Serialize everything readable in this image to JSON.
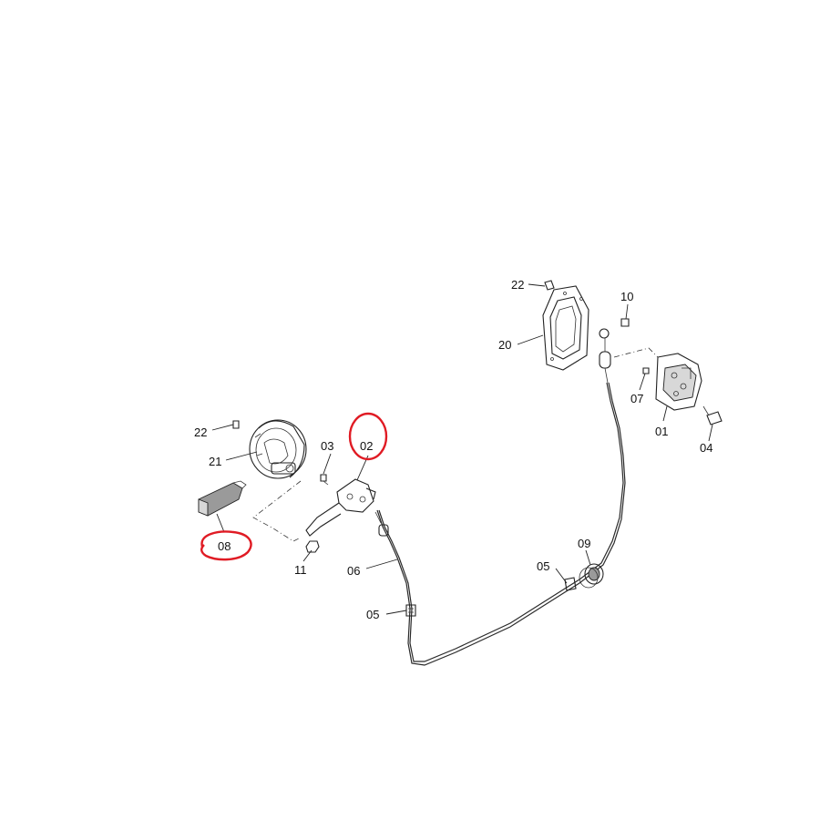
{
  "labels": {
    "p22_top": "22",
    "p20": "20",
    "p10": "10",
    "p07": "07",
    "p01": "01",
    "p04": "04",
    "p22_left": "22",
    "p21": "21",
    "p03": "03",
    "p02": "02",
    "p08": "08",
    "p11": "11",
    "p06": "06",
    "p05_left": "05",
    "p05_right": "05",
    "p09": "09"
  },
  "highlight_color": "#e01b24"
}
